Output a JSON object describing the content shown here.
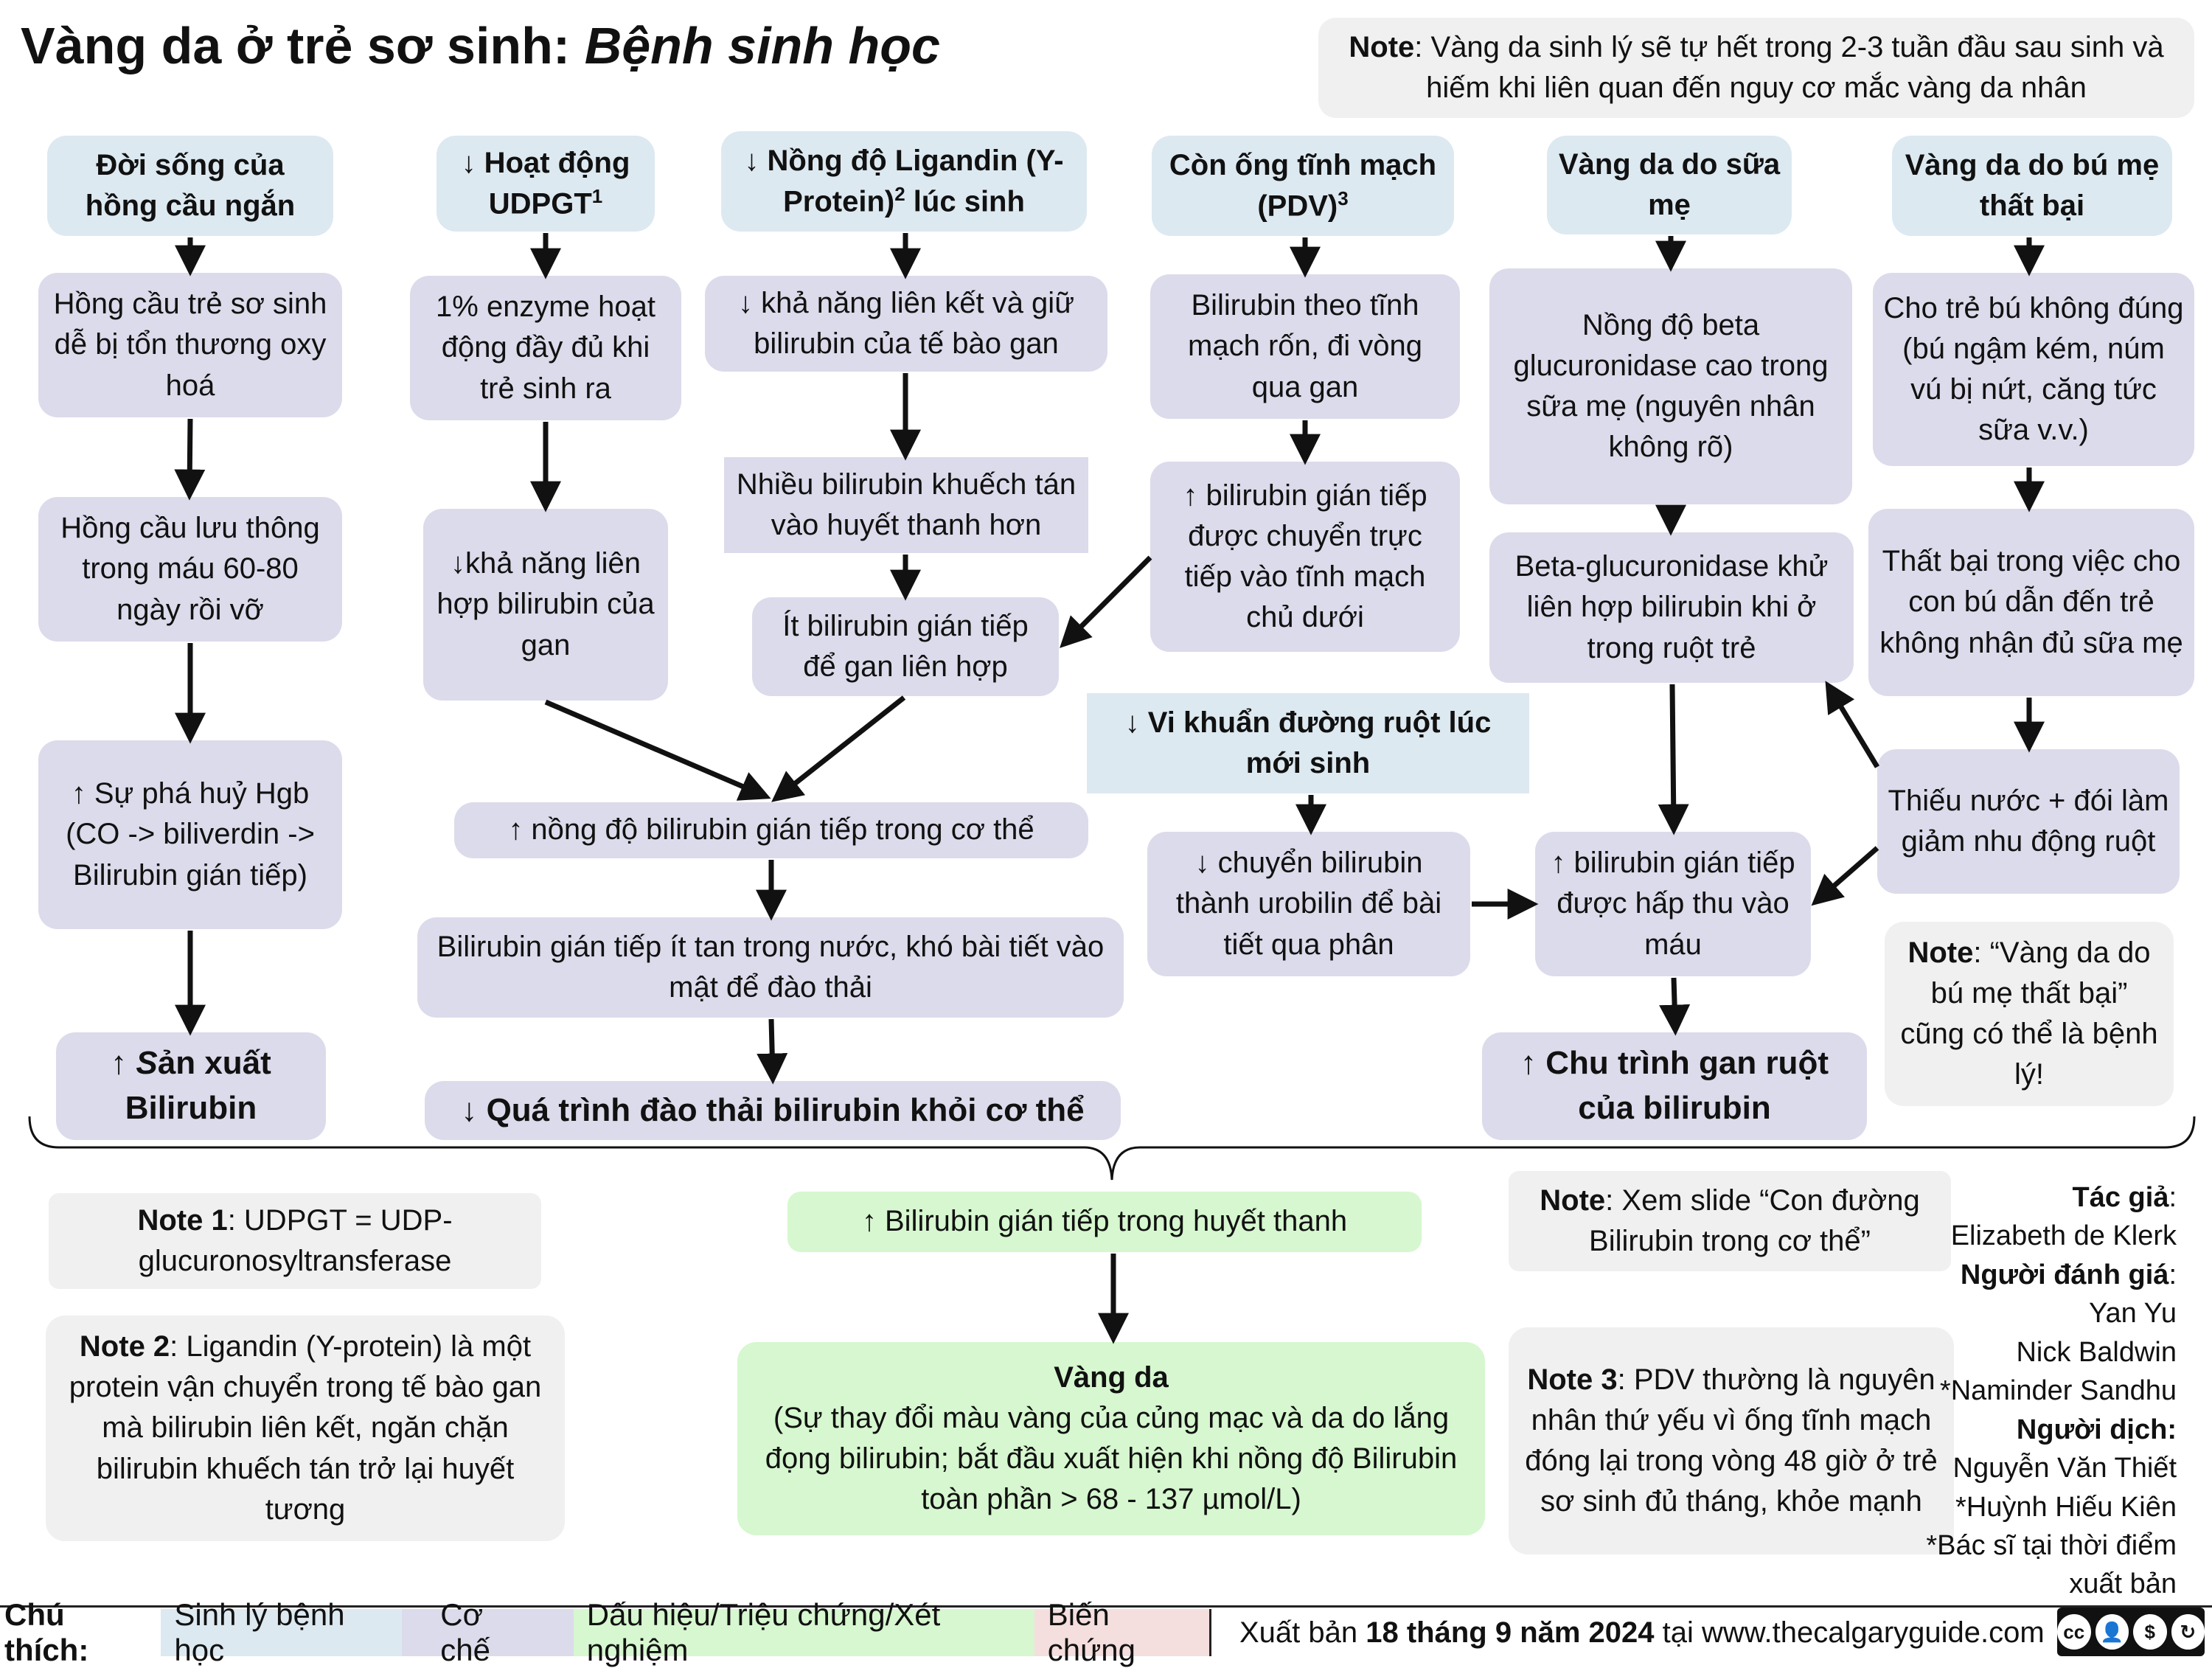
{
  "title": {
    "main": "Vàng da ở trẻ sơ sinh:",
    "sub": "Bệnh sinh học"
  },
  "top_note": {
    "label": "Note",
    "text": ": Vàng da sinh lý sẽ tự hết trong 2-3 tuần đầu sau sinh và hiếm khi liên quan đến nguy cơ mắc vàng da nhân"
  },
  "col1": {
    "head": "Đời sống của hồng cầu ngắn",
    "step1": "Hồng cầu trẻ sơ sinh dễ bị tổn thương oxy hoá",
    "step2": "Hồng cầu lưu thông trong máu 60-80 ngày rồi vỡ",
    "step3": "↑ Sự phá huỷ Hgb (CO -> biliverdin -> Bilirubin gián tiếp)",
    "result_arrow": "↑",
    "result_s": "S",
    "result_rest": "ản xuất Bilirubin"
  },
  "col2": {
    "head": "↓ Hoạt động UDPGT",
    "head_sup": "1",
    "step1": "1% enzyme hoạt động đầy đủ khi trẻ sinh ra",
    "step2": "↓khả năng liên hợp bilirubin của gan"
  },
  "col3": {
    "head_a": "↓ Nồng độ Ligandin (Y-Protein)",
    "head_sup": "2",
    "head_b": " lúc sinh",
    "step1": "↓ khả năng liên kết và giữ bilirubin của tế bào gan",
    "step2": "Nhiều bilirubin khuếch tán vào huyết thanh hơn",
    "step3": "Ít bilirubin gián tiếp để gan liên hợp"
  },
  "merge": {
    "step1": "↑ nồng độ bilirubin gián tiếp trong cơ thể",
    "step2": "Bilirubin gián tiếp ít tan trong nước, khó bài tiết vào mật để đào thải",
    "result": "↓ Quá trình đào thải bilirubin khỏi cơ thể"
  },
  "col4": {
    "head": "Còn ống tĩnh mạch (PDV)",
    "head_sup": "3",
    "step1": "Bilirubin theo tĩnh mạch rốn, đi vòng qua gan",
    "step2": "↑ bilirubin gián tiếp được chuyển trực tiếp vào tĩnh mạch chủ dưới"
  },
  "bact": {
    "head": "↓ Vi khuẩn đường ruột lúc mới sinh",
    "step1": "↓ chuyển bilirubin thành urobilin để bài tiết qua phân"
  },
  "col5": {
    "head": "Vàng da do sữa mẹ",
    "step1": "Nồng độ beta glucuronidase cao trong sữa mẹ (nguyên nhân không rõ)",
    "step2": "Beta-glucuronidase khử liên hợp bilirubin khi ở trong ruột trẻ",
    "step3": "↑ bilirubin gián tiếp được hấp thu vào máu",
    "result": "↑ Chu trình gan ruột của bilirubin"
  },
  "col6": {
    "head": "Vàng da do bú mẹ thất bại",
    "step1": "Cho trẻ bú không đúng (bú ngậm kém, núm vú bị nứt, căng tức sữa v.v.)",
    "step2": "Thất bại trong việc cho con bú dẫn đến trẻ không nhận đủ sữa mẹ",
    "step3": "Thiếu nước + đói làm giảm nhu động ruột",
    "note_label": "Note",
    "note_text": ": “Vàng da do bú mẹ thất bại” cũng có thể là bệnh lý!"
  },
  "serum": "↑ Bilirubin gián tiếp trong huyết thanh",
  "jaundice": {
    "title": "Vàng da",
    "desc": "(Sự thay đổi màu vàng của củng mạc và da do lắng đọng bilirubin; bắt đầu xuất hiện khi nồng độ Bilirubin toàn phần > 68 - 137 µmol/L)"
  },
  "notes": {
    "n1_label": "Note 1",
    "n1_text": ": UDPGT = UDP-glucuronosyltransferase",
    "n2_label": "Note 2",
    "n2_text": ": Ligandin (Y-protein) là một protein vận chuyển trong tế bào gan mà bilirubin liên kết, ngăn chặn bilirubin khuếch tán trở lại huyết tương",
    "pathway_label": "Note",
    "pathway_text": ": Xem slide “Con đường Bilirubin trong cơ thể”",
    "n3_label": "Note 3",
    "n3_text": ": PDV thường là nguyên nhân thứ yếu vì ống tĩnh mạch đóng lại trong vòng 48 giờ ở trẻ sơ sinh đủ tháng, khỏe mạnh"
  },
  "authors": {
    "author_label": "Tác giả",
    "author": "Elizabeth de Klerk",
    "reviewer_label": "Người đánh giá",
    "reviewer1": "Yan Yu",
    "reviewer2": "Nick Baldwin",
    "reviewer3": "*Naminder Sandhu",
    "translator_label": "Người dịch:",
    "translator1": "Nguyễn Văn Thiết",
    "translator2": "*Huỳnh Hiếu Kiên",
    "footnote": "*Bác sĩ tại thời điểm xuất bản"
  },
  "legend": {
    "label": "Chú thích:",
    "patho": "Sinh lý bệnh học",
    "mech": "Cơ chế",
    "sign": "Dấu hiệu/Triệu chứng/Xét nghiệm",
    "comp": "Biến chứng"
  },
  "footer": {
    "prefix": "Xuất bản ",
    "date": "18 tháng 9 năm 2024",
    "suffix": " tại www.thecalgaryguide.com"
  },
  "colors": {
    "patho": "#dde9f1",
    "mech": "#dcdbeb",
    "sign": "#d6f7cf",
    "comp": "#f5dede",
    "note": "#f0f0f0"
  },
  "license": {
    "icons": [
      "cc-icon",
      "by-icon",
      "nc-icon",
      "sa-icon"
    ]
  }
}
